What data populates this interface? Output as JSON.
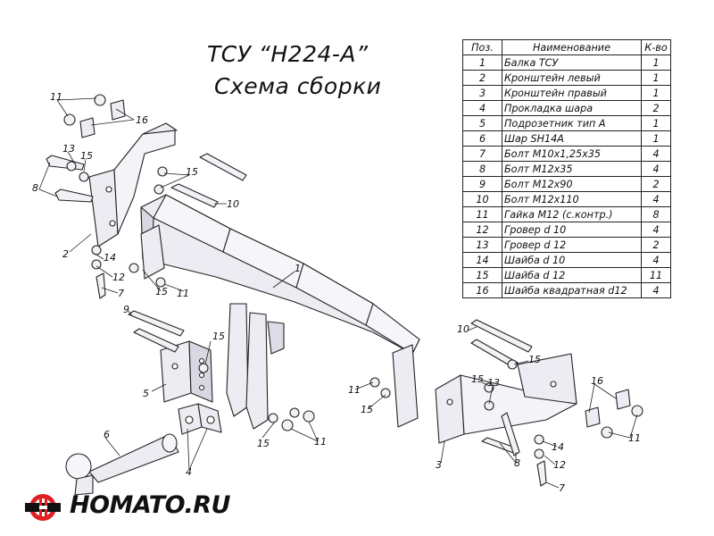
{
  "title": {
    "line1": "ТСУ “Н224-А”",
    "line2": "Схема сборки"
  },
  "table": {
    "headers": [
      "Поз.",
      "Наименование",
      "К-во"
    ],
    "rows": [
      [
        "1",
        "Балка ТСУ",
        "1"
      ],
      [
        "2",
        "Кронштейн левый",
        "1"
      ],
      [
        "3",
        "Кронштейн правый",
        "1"
      ],
      [
        "4",
        "Прокладка шара",
        "2"
      ],
      [
        "5",
        "Подрозетник тип А",
        "1"
      ],
      [
        "6",
        "Шар SH14A",
        "1"
      ],
      [
        "7",
        "Болт М10х1,25х35",
        "4"
      ],
      [
        "8",
        "Болт М12х35",
        "4"
      ],
      [
        "9",
        "Болт М12х90",
        "2"
      ],
      [
        "10",
        "Болт М12х110",
        "4"
      ],
      [
        "11",
        "Гайка М12 (с.контр.)",
        "8"
      ],
      [
        "12",
        "Гровер d 10",
        "4"
      ],
      [
        "13",
        "Гровер d 12",
        "2"
      ],
      [
        "14",
        "Шайба d 10",
        "4"
      ],
      [
        "15",
        "Шайба d 12",
        "11"
      ],
      [
        "16",
        "Шайба квадратная d12",
        "4"
      ]
    ]
  },
  "callouts": [
    {
      "id": "c11a",
      "text": "11"
    },
    {
      "id": "c16a",
      "text": "16"
    },
    {
      "id": "c13a",
      "text": "13"
    },
    {
      "id": "c15a",
      "text": "15"
    },
    {
      "id": "c8a",
      "text": "8"
    },
    {
      "id": "c15b",
      "text": "15"
    },
    {
      "id": "c10a",
      "text": "10"
    },
    {
      "id": "c2",
      "text": "2"
    },
    {
      "id": "c14a",
      "text": "14"
    },
    {
      "id": "c12a",
      "text": "12"
    },
    {
      "id": "c7a",
      "text": "7"
    },
    {
      "id": "c15c",
      "text": "15"
    },
    {
      "id": "c11b",
      "text": "11"
    },
    {
      "id": "c1",
      "text": "1"
    },
    {
      "id": "c9",
      "text": "9"
    },
    {
      "id": "c15d",
      "text": "15"
    },
    {
      "id": "c5",
      "text": "5"
    },
    {
      "id": "c6",
      "text": "6"
    },
    {
      "id": "c4",
      "text": "4"
    },
    {
      "id": "c15e",
      "text": "15"
    },
    {
      "id": "c11c",
      "text": "11"
    },
    {
      "id": "c11d",
      "text": "11"
    },
    {
      "id": "c15f",
      "text": "15"
    },
    {
      "id": "c10b",
      "text": "10"
    },
    {
      "id": "c15g",
      "text": "15"
    },
    {
      "id": "c15h",
      "text": "15"
    },
    {
      "id": "c13b",
      "text": "13"
    },
    {
      "id": "c3",
      "text": "3"
    },
    {
      "id": "c8b",
      "text": "8"
    },
    {
      "id": "c16b",
      "text": "16"
    },
    {
      "id": "c11e",
      "text": "11"
    },
    {
      "id": "c14b",
      "text": "14"
    },
    {
      "id": "c12b",
      "text": "12"
    },
    {
      "id": "c7b",
      "text": "7"
    }
  ],
  "logo": {
    "text": "HOMATO.RU",
    "colors": {
      "red": "#e02020",
      "dark": "#111111"
    },
    "icon": "homato-logo-icon"
  }
}
